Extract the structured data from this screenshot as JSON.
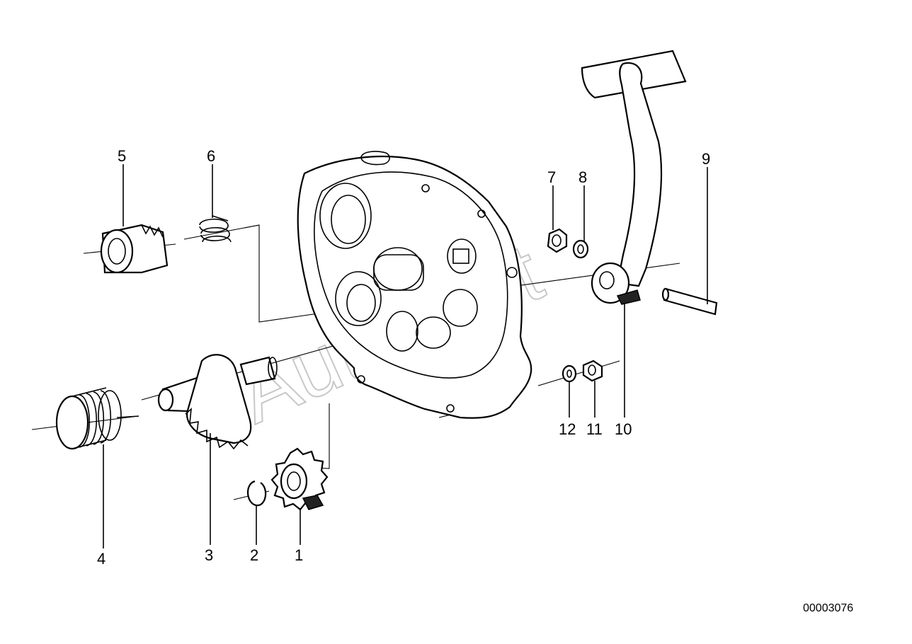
{
  "diagram": {
    "callouts": [
      "1",
      "2",
      "3",
      "4",
      "5",
      "6",
      "7",
      "8",
      "9",
      "10",
      "11",
      "12"
    ],
    "document_number": "00003076",
    "watermark": "AutoSoft"
  }
}
